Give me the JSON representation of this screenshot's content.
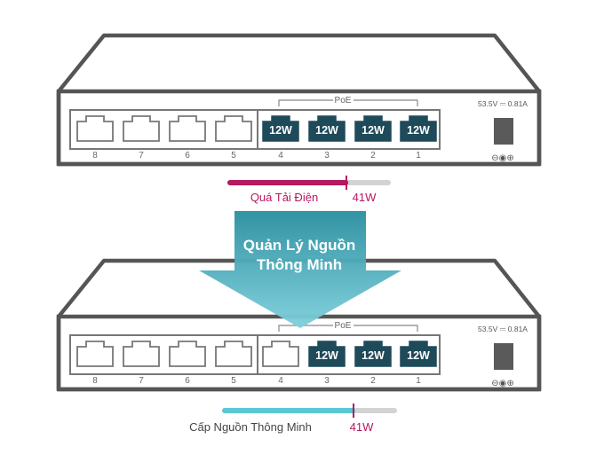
{
  "top_switch": {
    "poe_label": "PoE",
    "spec": "53.5V ⎓ 0.81A",
    "polarity": "⊖◉⊕",
    "ports": [
      {
        "number": "8",
        "powered": false,
        "label": ""
      },
      {
        "number": "7",
        "powered": false,
        "label": ""
      },
      {
        "number": "6",
        "powered": false,
        "label": ""
      },
      {
        "number": "5",
        "powered": false,
        "label": ""
      },
      {
        "number": "4",
        "powered": true,
        "label": "12W"
      },
      {
        "number": "3",
        "powered": true,
        "label": "12W"
      },
      {
        "number": "2",
        "powered": true,
        "label": "12W"
      },
      {
        "number": "1",
        "powered": true,
        "label": "12W"
      }
    ]
  },
  "top_status": {
    "label": "Quá Tải Điện",
    "value_label": "41W",
    "fill_fraction": 0.74,
    "bar_color": "#b5195f",
    "track_color": "#d3d3d3"
  },
  "arrow": {
    "text_line1": "Quản Lý Nguồn",
    "text_line2": "Thông Minh",
    "color_top": "#2a8fa0",
    "color_bottom": "#7fd0dc"
  },
  "bottom_switch": {
    "poe_label": "PoE",
    "spec": "53.5V ⎓ 0.81A",
    "polarity": "⊖◉⊕",
    "ports": [
      {
        "number": "8",
        "powered": false,
        "label": ""
      },
      {
        "number": "7",
        "powered": false,
        "label": ""
      },
      {
        "number": "6",
        "powered": false,
        "label": ""
      },
      {
        "number": "5",
        "powered": false,
        "label": ""
      },
      {
        "number": "4",
        "powered": false,
        "label": ""
      },
      {
        "number": "3",
        "powered": true,
        "label": "12W"
      },
      {
        "number": "2",
        "powered": true,
        "label": "12W"
      },
      {
        "number": "1",
        "powered": true,
        "label": "12W"
      }
    ]
  },
  "bottom_status": {
    "label": "Cấp Nguồn Thông Minh",
    "value_label": "41W",
    "fill_fraction": 0.76,
    "bar_color": "#5ac8d2",
    "track_color": "#d3d3d3",
    "marker_color": "#b5195f"
  },
  "colors": {
    "outline": "#555555",
    "port_powered": "#1f4a5a",
    "text_gray": "#666666"
  }
}
